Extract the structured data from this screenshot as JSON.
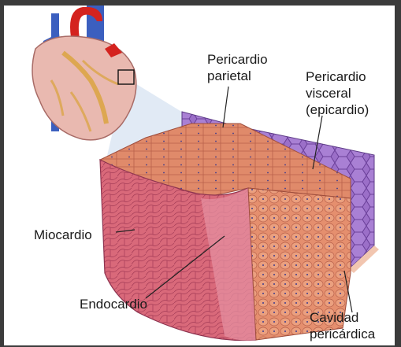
{
  "labels": {
    "pericardio_parietal": [
      "Pericardio",
      "parietal"
    ],
    "pericardio_visceral": [
      "Pericardio",
      "visceral",
      "(epicardio)"
    ],
    "miocardio": "Miocardio",
    "endocardio": "Endocardio",
    "cavidad_pericardica": [
      "Cavidad",
      "pericárdica"
    ]
  },
  "colors": {
    "background_frame": "#3b3b3b",
    "canvas": "#ffffff",
    "myocardium": "#d9697a",
    "myocardium_dark": "#b54a5d",
    "muscle_fibers": "#e08a6a",
    "visceral_layer": "#9b6fc8",
    "parietal_layer": "#f2c6b0",
    "aorta": "#d4231f",
    "vessels_blue": "#3b5fbf",
    "heart_body": "#e9b9b0",
    "leader_lines": "#222222",
    "magnifier_cone": "#c9d8ec"
  },
  "icons": {
    "heart": "heart-illustration",
    "zoom_box": "magnifier-square"
  }
}
